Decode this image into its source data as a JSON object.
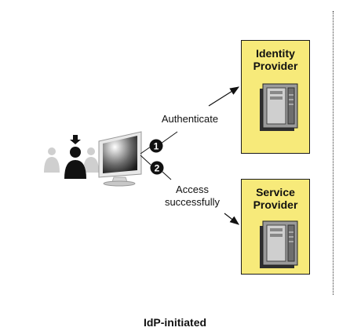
{
  "diagram": {
    "identity_provider": {
      "title": "Identity\nProvider"
    },
    "service_provider": {
      "title": "Service\nProvider"
    },
    "step1": {
      "number": "1",
      "label": "Authenticate"
    },
    "step2": {
      "number": "2",
      "label": "Access\nsuccessfully"
    },
    "caption": "IdP-initiated"
  },
  "colors": {
    "box_fill": "#f7ea7a",
    "server_dark": "#3a3a3a",
    "server_light": "#9a9a9a"
  }
}
